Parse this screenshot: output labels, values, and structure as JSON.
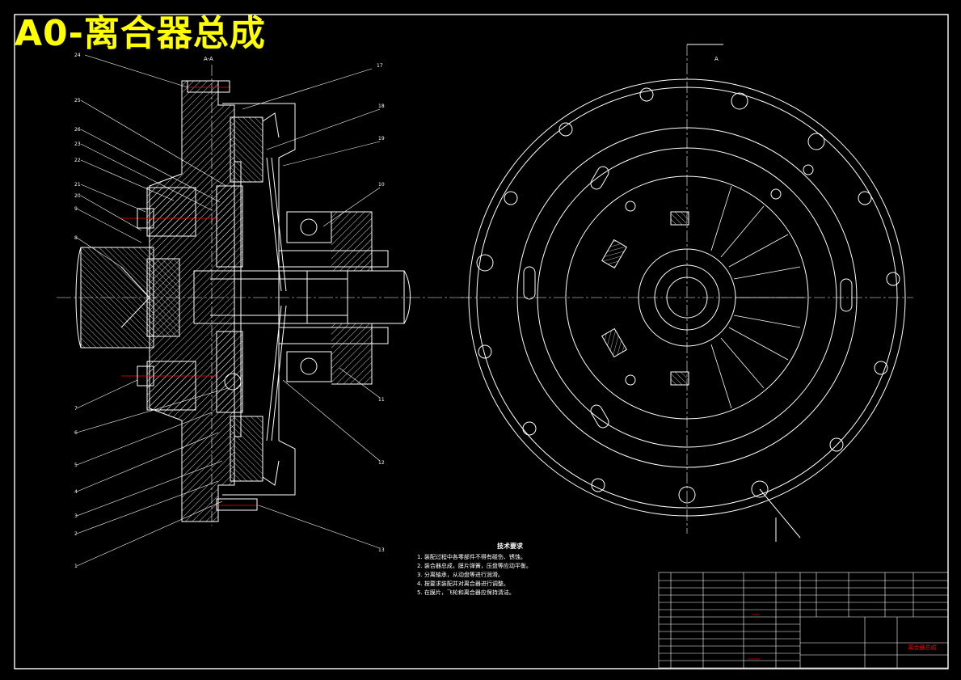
{
  "drawing_title": "A0-离合器总成",
  "section_label": "A-A",
  "section_marker": "A",
  "part_numbers_left": [
    "24",
    "25",
    "26",
    "23",
    "22",
    "21",
    "20",
    "9",
    "8",
    "7",
    "6",
    "5",
    "4",
    "3",
    "2",
    "1"
  ],
  "part_numbers_right": [
    "17",
    "18",
    "19",
    "10",
    "11",
    "12",
    "13"
  ],
  "technical_requirements": {
    "title": "技术要求",
    "items": [
      "1. 装配过程中各零部件不得有碰伤、锈蚀。",
      "2. 装合器总成，膜片弹簧，压盘等应动平衡。",
      "3. 分离轴承，从动盘等进行润滑。",
      "4. 按要求装配并对离合器进行调整。",
      "5. 在膜片，飞轮和离合器应保持清洁。"
    ]
  },
  "title_block": {
    "drawing_name": "离合器总成"
  },
  "colors": {
    "background": "#000000",
    "lines": "#ffffff",
    "title": "#ffff00",
    "hidden_bolt": "#ff0000"
  }
}
